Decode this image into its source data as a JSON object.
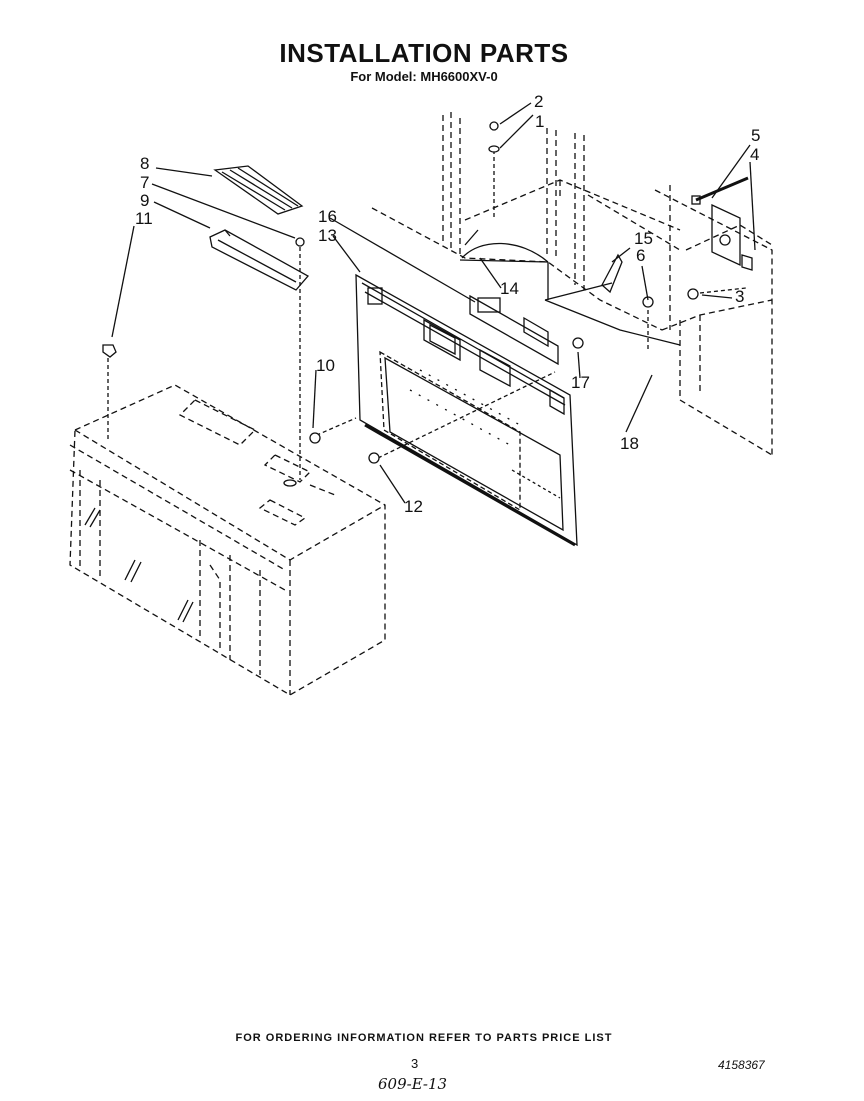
{
  "header": {
    "title": "INSTALLATION PARTS",
    "subtitle": "For Model: MH6600XV-0"
  },
  "callouts": {
    "c1": "1",
    "c2": "2",
    "c3": "3",
    "c4": "4",
    "c5": "5",
    "c6": "6",
    "c7": "7",
    "c8": "8",
    "c9": "9",
    "c10": "10",
    "c11": "11",
    "c12": "12",
    "c13": "13",
    "c14": "14",
    "c15": "15",
    "c16": "16",
    "c17": "17",
    "c18": "18"
  },
  "footer": {
    "ordering_note": "FOR ORDERING INFORMATION REFER TO PARTS PRICE LIST",
    "page_number": "3",
    "document_number": "4158367",
    "handwritten_note": "609-E-13"
  }
}
